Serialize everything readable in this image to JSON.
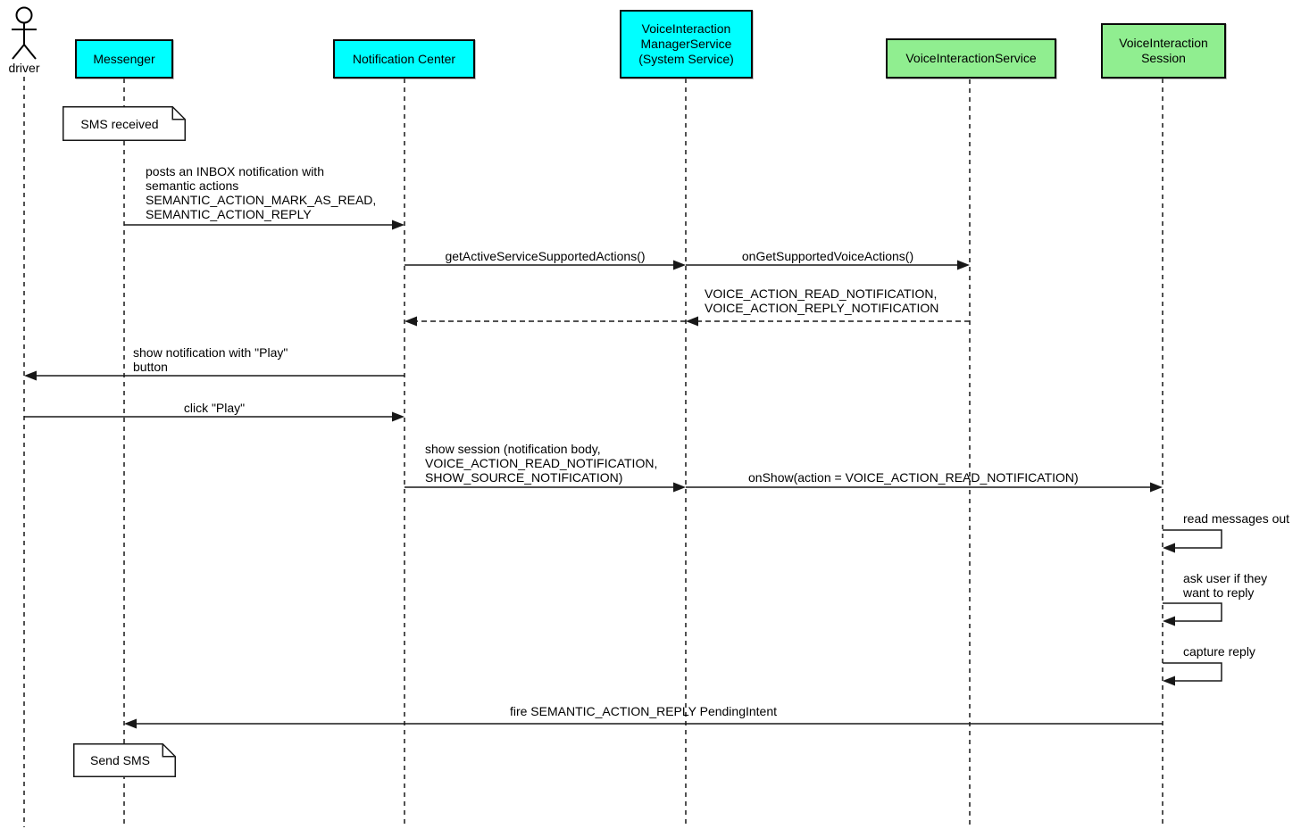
{
  "diagram_type": "uml-sequence-diagram",
  "colors": {
    "participant_cyan": "#00ffff",
    "participant_green": "#90ee90",
    "line": "#181818",
    "note_background": "#ffffff",
    "background": "#ffffff"
  },
  "participants": [
    {
      "label": "driver",
      "kind": "actor"
    },
    {
      "label": "Messenger",
      "kind": "box",
      "fill": "#00ffff"
    },
    {
      "label": "Notification Center",
      "kind": "box",
      "fill": "#00ffff"
    },
    {
      "label": "VoiceInteraction\nManagerService\n(System Service)",
      "kind": "box",
      "fill": "#00ffff"
    },
    {
      "label": "VoiceInteractionService",
      "kind": "box",
      "fill": "#90ee90"
    },
    {
      "label": "VoiceInteraction\nSession",
      "kind": "box",
      "fill": "#90ee90"
    }
  ],
  "notes": [
    {
      "text": "SMS received",
      "anchor": "Messenger"
    },
    {
      "text": "Send SMS",
      "anchor": "Messenger"
    }
  ],
  "messages": [
    {
      "from": "Messenger",
      "to": "Notification Center",
      "style": "solid",
      "text": "posts an INBOX notification with\nsemantic actions\nSEMANTIC_ACTION_MARK_AS_READ,\nSEMANTIC_ACTION_REPLY"
    },
    {
      "from": "Notification Center",
      "to": "VoiceInteractionManagerService",
      "style": "solid",
      "text": "getActiveServiceSupportedActions()"
    },
    {
      "from": "VoiceInteractionManagerService",
      "to": "VoiceInteractionService",
      "style": "solid",
      "text": "onGetSupportedVoiceActions()"
    },
    {
      "from": "VoiceInteractionService",
      "to": "Notification Center",
      "style": "dashed-return",
      "text": "VOICE_ACTION_READ_NOTIFICATION,\nVOICE_ACTION_REPLY_NOTIFICATION"
    },
    {
      "from": "Notification Center",
      "to": "driver",
      "style": "solid",
      "text": "show notification with \"Play\"\nbutton"
    },
    {
      "from": "driver",
      "to": "Notification Center",
      "style": "solid",
      "text": "click \"Play\""
    },
    {
      "from": "Notification Center",
      "to": "VoiceInteractionManagerService",
      "style": "solid",
      "text": "show session (notification body,\nVOICE_ACTION_READ_NOTIFICATION,\nSHOW_SOURCE_NOTIFICATION)"
    },
    {
      "from": "VoiceInteractionManagerService",
      "to": "VoiceInteractionSession",
      "style": "solid",
      "text": "onShow(action = VOICE_ACTION_READ_NOTIFICATION)"
    },
    {
      "from": "VoiceInteractionSession",
      "to": "VoiceInteractionSession",
      "style": "self",
      "text": "read messages out"
    },
    {
      "from": "VoiceInteractionSession",
      "to": "VoiceInteractionSession",
      "style": "self",
      "text": "ask user if they\nwant to reply"
    },
    {
      "from": "VoiceInteractionSession",
      "to": "VoiceInteractionSession",
      "style": "self",
      "text": "capture reply"
    },
    {
      "from": "VoiceInteractionSession",
      "to": "Messenger",
      "style": "solid",
      "text": "fire SEMANTIC_ACTION_REPLY PendingIntent"
    }
  ]
}
